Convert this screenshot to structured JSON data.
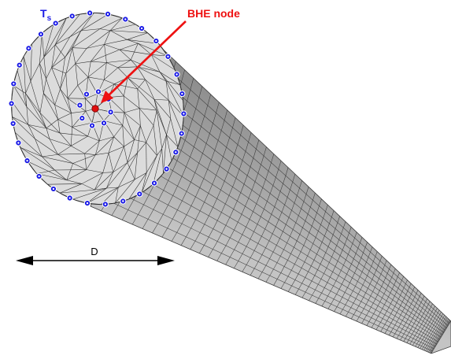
{
  "labels": {
    "surface_temperature": "T",
    "surface_temperature_subscript": "s",
    "bhe_node": "BHE node",
    "diameter": "D"
  },
  "colors": {
    "background": "#ffffff",
    "mesh_face": "#dcdcdc",
    "cylinder_light": "#b9b9b9",
    "cylinder_dark": "#8a8a8a",
    "mesh_lines": "#2b2b2b",
    "boundary_node": "#1a1ae6",
    "bhe_node": "#e01010",
    "annotation_red": "#ee1111",
    "dimension_arrow": "#000000"
  },
  "icons": {
    "boundary_node": "blue-circle-node",
    "bhe_node": "red-circle-node",
    "pointer": "red-arrow",
    "dimension": "double-headed-arrow"
  }
}
